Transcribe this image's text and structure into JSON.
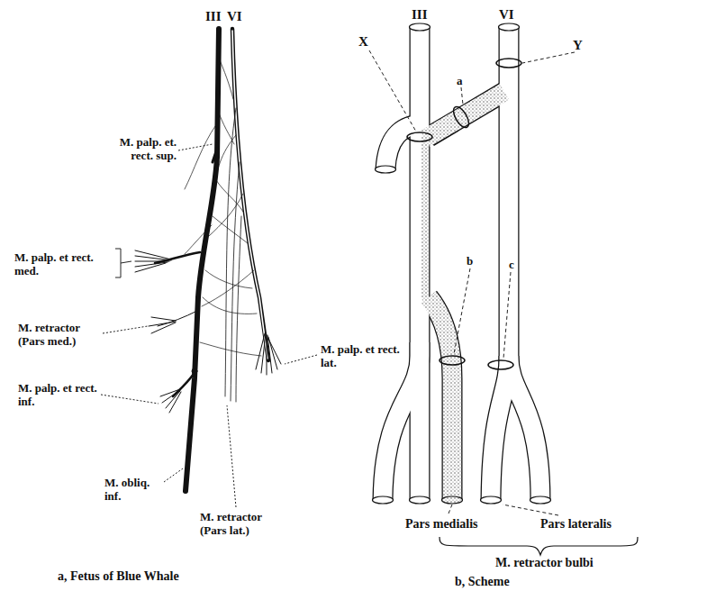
{
  "diagram": {
    "labels": [
      "III",
      "VI",
      "M. palp. et. rect. sup.",
      "M. palp. et rect. med.",
      "M. retractor (Pars med.)",
      "M. palp. et rect. inf.",
      "M. obliq. inf.",
      "M. retractor (Pars lat.)",
      "M. palp. et rect. lat.",
      "a, Fetus of Blue Whale",
      "III",
      "VI",
      "X",
      "Y",
      "a",
      "b",
      "c",
      "Pars medialis",
      "Pars lateralis",
      "M. retractor bulbi",
      "b, Scheme"
    ]
  }
}
